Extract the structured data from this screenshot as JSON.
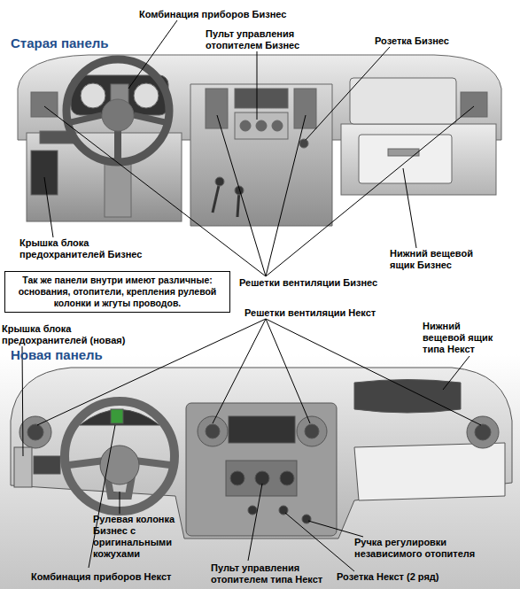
{
  "diagram": {
    "nodes": [
      {
        "text": [
          "Так же панели внутри имеют различные: основания, отопители, крепления рулевой колонки и жгуты проводов."
        ]
      }
    ],
    "labels": [
      "Комбинация приборов Бизнес",
      "Старая панель",
      "Пульт управления отопителем Бизнес",
      "Розетка Бизнес",
      "Крышка блока предохранителей Бизнес",
      "Нижний вещевой ящик Бизнес",
      "Решетки вентиляции Бизнес",
      "Решетки вентиляции Некст",
      "Крышка блока предохранителей (новая)",
      "Нижний вещевой ящик типа Некст",
      "Новая панель",
      "Рулевая колонка Бизнес с оригинальными кожухами",
      "Ручка регулировки независимого отопителя",
      "Розетка Некст (2 ряд)",
      "Комбинация приборов Некст",
      "Пульт управления отопителем типа Некст"
    ]
  }
}
